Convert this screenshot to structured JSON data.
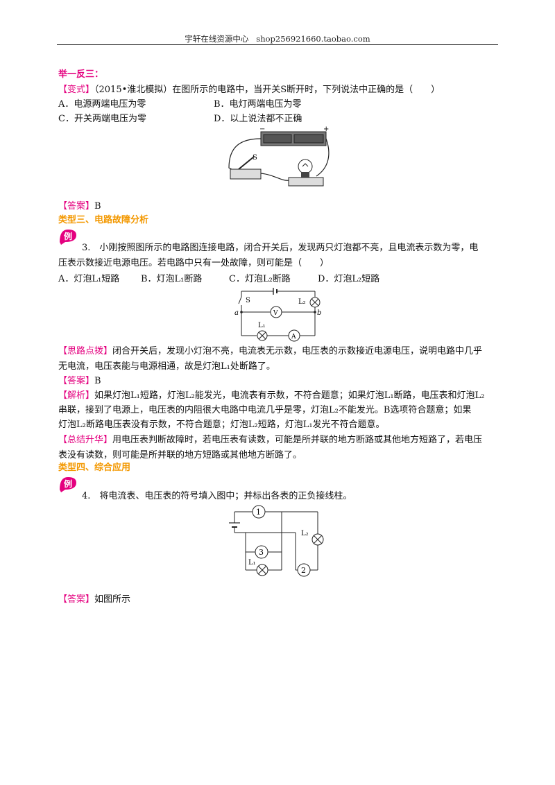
{
  "header": {
    "site": "宇轩在线资源中心",
    "shop": "shop256921660.taobao.com"
  },
  "section1": {
    "title": "举一反三：",
    "tag": "【变式】",
    "question": "（2015•淮北模拟）在图所示的电路中，当开关S断开时，下列说法中正确的是（　　）",
    "options": [
      "A．电源两端电压为零",
      "B．电灯两端电压为零",
      "C．开关两端电压为零",
      "D．以上说法都不正确"
    ],
    "fig_labels": {
      "minus": "−",
      "plus": "+",
      "switch": "S"
    },
    "answer_tag": "【答案】",
    "answer": "B"
  },
  "section2": {
    "title": "类型三、电路故障分析",
    "badge": "例",
    "question_line1": "3.　小刚按照图所示的电路图连接电路，闭合开关后，发现两只灯泡都不亮，且电流表示数为零，电",
    "question_line2": "压表示数接近电源电压。若电路中只有一处故障，则可能是（　　）",
    "options": [
      "A．灯泡L₁短路",
      "B．灯泡L₁断路",
      "C．灯泡L₂断路",
      "D．灯泡L₂短路"
    ],
    "fig_labels": {
      "s": "S",
      "l2": "L₂",
      "v": "V",
      "a_node": "a",
      "b_node": "b",
      "l1": "L₁",
      "ammeter": "A"
    },
    "hint_tag": "【思路点拨】",
    "hint_line1": "闭合开关后，发现小灯泡不亮，电流表无示数，电压表的示数接近电源电压，说明电路中几乎",
    "hint_line2": "无电流，电压表能与电源相通，故是灯泡L₁处断路了。",
    "answer_tag": "【答案】",
    "answer": "B",
    "analysis_tag": "【解析】",
    "analysis_line1": "如果灯泡L₁短路，灯泡L₂能发光，电流表有示数，不符合题意；如果灯泡L₁断路，电压表和灯泡L₂",
    "analysis_line2": "串联，接到了电源上，电压表的内阻很大电路中电流几乎是零，灯泡L₂不能发光。B选项符合题意；如果",
    "analysis_line3": "灯泡L₂断路电压表没有示数，不符合题意；灯泡L₂短路，灯泡L₁发光不符合题意。",
    "summary_tag": "【总结升华】",
    "summary_line1": "用电压表判断故障时，若电压表有读数，可能是所并联的地方断路或其他地方短路了，若电压",
    "summary_line2": "表没有读数，则可能是所并联的地方短路或其他地方断路了。"
  },
  "section3": {
    "title": "类型四、综合应用",
    "badge": "例",
    "question": "4.　将电流表、电压表的符号填入图中；并标出各表的正负接线柱。",
    "fig_labels": {
      "m1": "1",
      "m2": "2",
      "m3": "3",
      "l1": "L₁",
      "l2": "L₂"
    },
    "answer_tag": "【答案】",
    "answer": "如图所示"
  }
}
